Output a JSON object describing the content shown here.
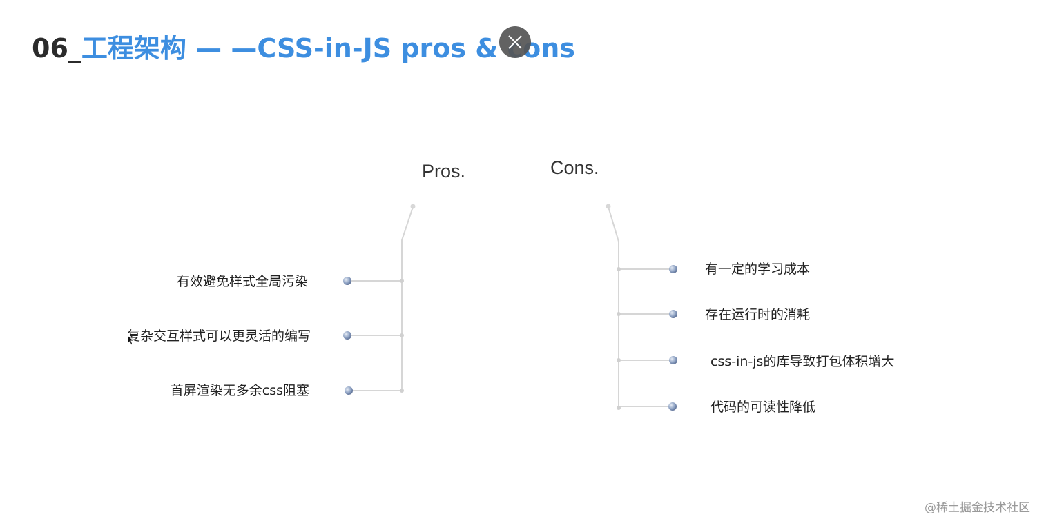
{
  "slide": {
    "title_number": "06_",
    "title_text": "工程架构 — —CSS-in-JS pros & cons"
  },
  "pros": {
    "heading": "Pros.",
    "items": [
      "有效避免样式全局污染",
      "复杂交互样式可以更灵活的编写",
      "首屏渲染无多余css阻塞"
    ]
  },
  "cons": {
    "heading": "Cons.",
    "items": [
      "有一定的学习成本",
      "存在运行时的消耗",
      "css-in-js的库导致打包体积增大",
      "代码的可读性降低"
    ]
  },
  "watermark": "@稀土掘金技术社区",
  "icons": {
    "close": "close-icon",
    "cursor": "mouse-cursor-icon"
  },
  "colors": {
    "title_accent": "#3d8ee0",
    "title_number": "#2b2b2b",
    "connector": "#d6d6d6",
    "dot": "#8798b8"
  }
}
